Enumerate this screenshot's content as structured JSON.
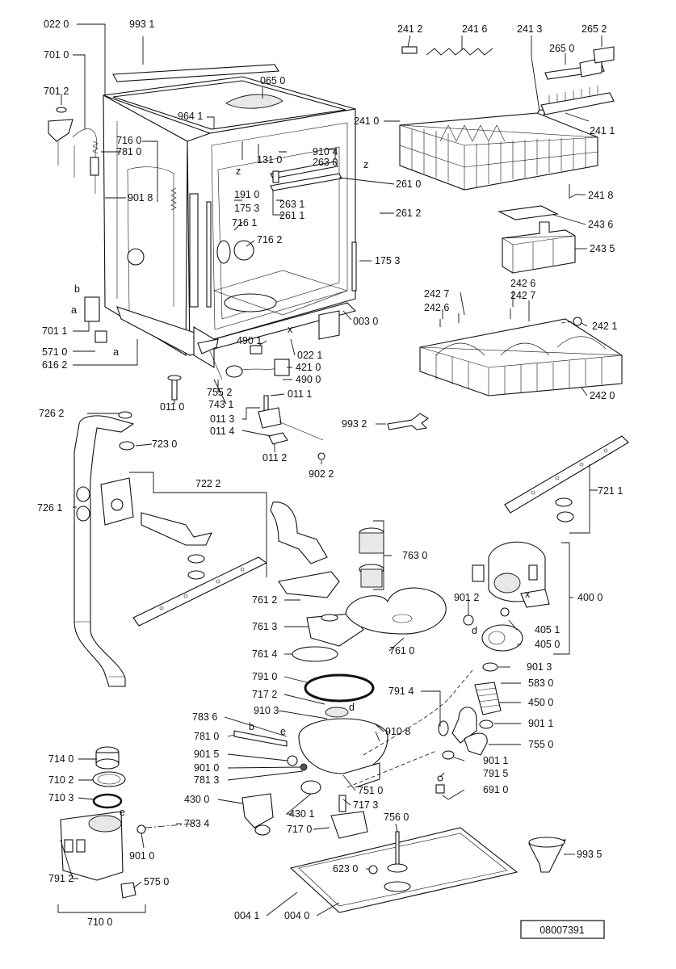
{
  "labels": {
    "p0220": "022 0",
    "p9931": "993 1",
    "p7010": "701 0",
    "p7012": "701 2",
    "p0650": "065 0",
    "p9641": "964 1",
    "p7160": "716 0",
    "p7810": "781 0",
    "p1310": "131 0",
    "p9104": "910 4",
    "p2630": "263 0",
    "p9018": "901 8",
    "p1910": "191 0",
    "p1753a": "175 3",
    "p2631": "263 1",
    "p2611": "261 1",
    "p7161": "716 1",
    "p7162": "716 2",
    "p1753b": "175 3",
    "p7011": "701 1",
    "p5710": "571 0",
    "p6162": "616 2",
    "p0030": "003 0",
    "p4901": "490 1",
    "p0221": "022 1",
    "p4210": "421 0",
    "p4900": "490 0",
    "p7552": "755 2",
    "p0110": "011 0",
    "p7431": "743 1",
    "p0111": "011 1",
    "p0113": "011 3",
    "p0114": "011 4",
    "p0112": "011 2",
    "p9932": "993 2",
    "p9022": "902 2",
    "p2412": "241 2",
    "p2416": "241 6",
    "p2413": "241 3",
    "p2652": "265 2",
    "p2650": "265 0",
    "p2410": "241 0",
    "p2411": "241 1",
    "p2610": "261 0",
    "p2612": "261 2",
    "p2418": "241 8",
    "p2436": "243 6",
    "p2435": "243 5",
    "p2427a": "242 7",
    "p2426a": "242 6",
    "p2426b": "242 6",
    "p2427b": "242 7",
    "p2421": "242 1",
    "p2420": "242 0",
    "p7262": "726 2",
    "p7230": "723 0",
    "p7222": "722 2",
    "p7261": "726 1",
    "p7211": "721 1",
    "p7630": "763 0",
    "p4000": "400 0",
    "p7612": "761 2",
    "p9012": "901 2",
    "p7613": "761 3",
    "p4051": "405 1",
    "p4050": "405 0",
    "p7614": "761 4",
    "p7610": "761 0",
    "p9013": "901 3",
    "p7910": "791 0",
    "p5830": "583 0",
    "p7914": "791 4",
    "p7172": "717 2",
    "p4500": "450 0",
    "p7836": "783 6",
    "p9103": "910 3",
    "p9011a": "901 1",
    "p9108": "910 8",
    "p7810b": "781 0",
    "p7550": "755 0",
    "p9015": "901 5",
    "p9011b": "901 1",
    "p7140": "714 0",
    "p9010a": "901 0",
    "p7102": "710 2",
    "p7813": "781 3",
    "p7915": "791 5",
    "p7510": "751 0",
    "p6910": "691 0",
    "p7103": "710 3",
    "p4300": "430 0",
    "p7173": "717 3",
    "p7834": "783 4",
    "p4301": "430 1",
    "p7170": "717 0",
    "p7560": "756 0",
    "p9010b": "901 0",
    "p7912": "791 2",
    "p6230": "623 0",
    "p9935": "993 5",
    "p5750": "575 0",
    "p7100": "710 0",
    "p0041": "004 1",
    "p0040": "004 0"
  },
  "letters": {
    "a": "a",
    "b": "b",
    "d": "d",
    "e": "e",
    "x": "x",
    "z": "z"
  },
  "drawing_number": "08007391"
}
